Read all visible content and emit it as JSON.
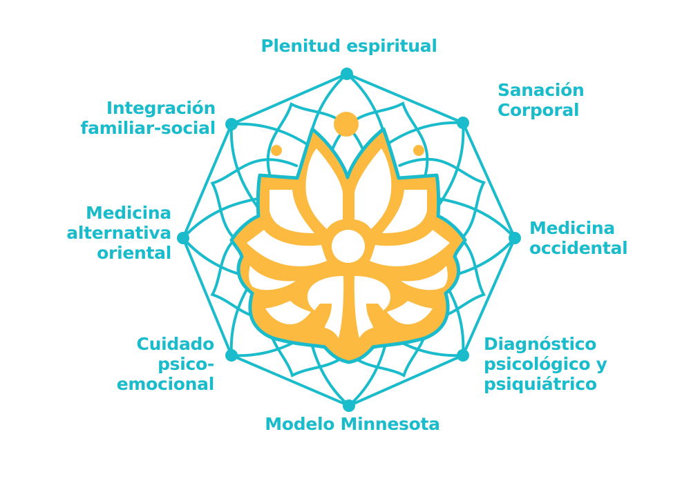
{
  "colors": {
    "teal": "#1ABBCB",
    "gold": "#FDBA40"
  },
  "labels": {
    "top": "Plenitud espiritual",
    "top_right": [
      "Sanación",
      "Corporal"
    ],
    "right": [
      "Medicina",
      "occidental"
    ],
    "bottom_right": [
      "Diagnóstico",
      "psicológico y",
      "psiquiátrico"
    ],
    "bottom": "Modelo Minnesota",
    "bottom_left": [
      "Cuidado",
      "psico-",
      "emocional"
    ],
    "left": [
      "Medicina",
      "alternativa",
      "oriental"
    ],
    "top_left": [
      "Integración",
      "familiar-social"
    ]
  },
  "center_icon": "lotus-flower-icon"
}
